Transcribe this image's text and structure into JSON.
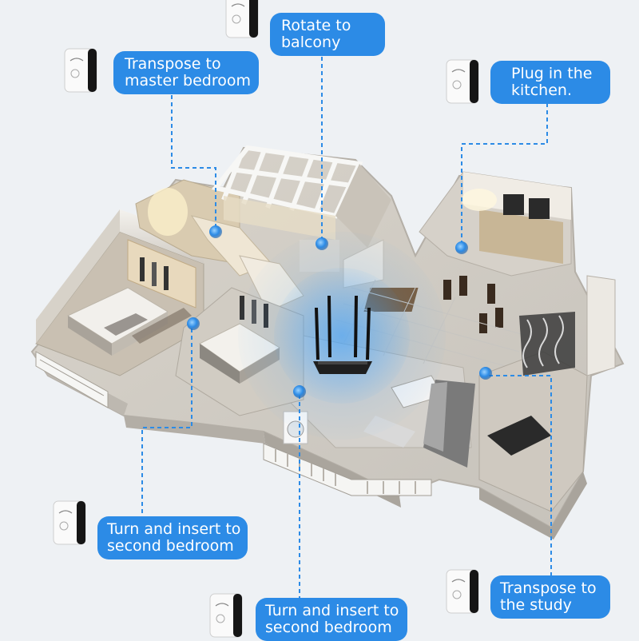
{
  "colors": {
    "callout_bg": "#2c8be6",
    "callout_text": "#ffffff",
    "signal_dot": "#2c8be6",
    "dashed_line": "#2c8be6",
    "router_body": "#222222"
  },
  "callouts": {
    "balcony": {
      "line1": "Rotate to",
      "line2": "balcony"
    },
    "master_bedroom": {
      "line1": "Transpose to",
      "line2": "master bedroom"
    },
    "kitchen": {
      "line1": "Plug in the",
      "line2": "kitchen."
    },
    "second_bedroom_a": {
      "line1": "Turn and insert to",
      "line2": "second bedroom"
    },
    "second_bedroom_b": {
      "line1": "Turn and insert to",
      "line2": "second bedroom"
    },
    "study": {
      "line1": "Transpose to",
      "line2": "the study"
    }
  },
  "icons": {
    "extender": "wifi-extender-icon",
    "router": "wifi-router-icon",
    "signal": "signal-dot-icon"
  }
}
